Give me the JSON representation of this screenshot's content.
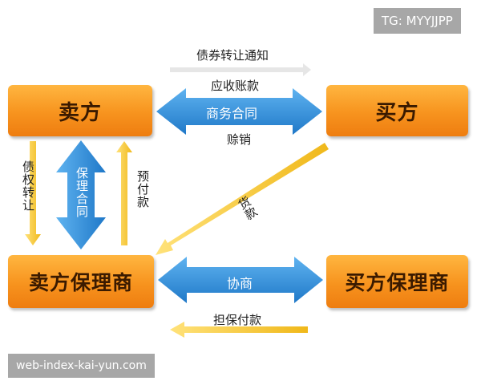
{
  "watermark_top": "TG: MYYJJPP",
  "watermark_bottom": "web-index-kai-yun.com",
  "nodes": {
    "seller": "卖方",
    "buyer": "买方",
    "seller_factor": "卖方保理商",
    "buyer_factor": "买方保理商"
  },
  "edges": {
    "transfer_notice": "债券转让通知",
    "receivable": "应收账款",
    "business_contract": "商务合同",
    "credit_sale": "赊销",
    "debt_transfer": "债权转让",
    "factoring_contract": "保理合同",
    "prepayment": "预付款",
    "payment": "货款",
    "agreement": "协商",
    "guarantee_payment": "担保付款"
  },
  "colors": {
    "box_orange": "#f7931e",
    "arrow_blue": "#2e8fde",
    "arrow_yellow": "#f4c430",
    "arrow_gray": "#e9e9e9"
  }
}
